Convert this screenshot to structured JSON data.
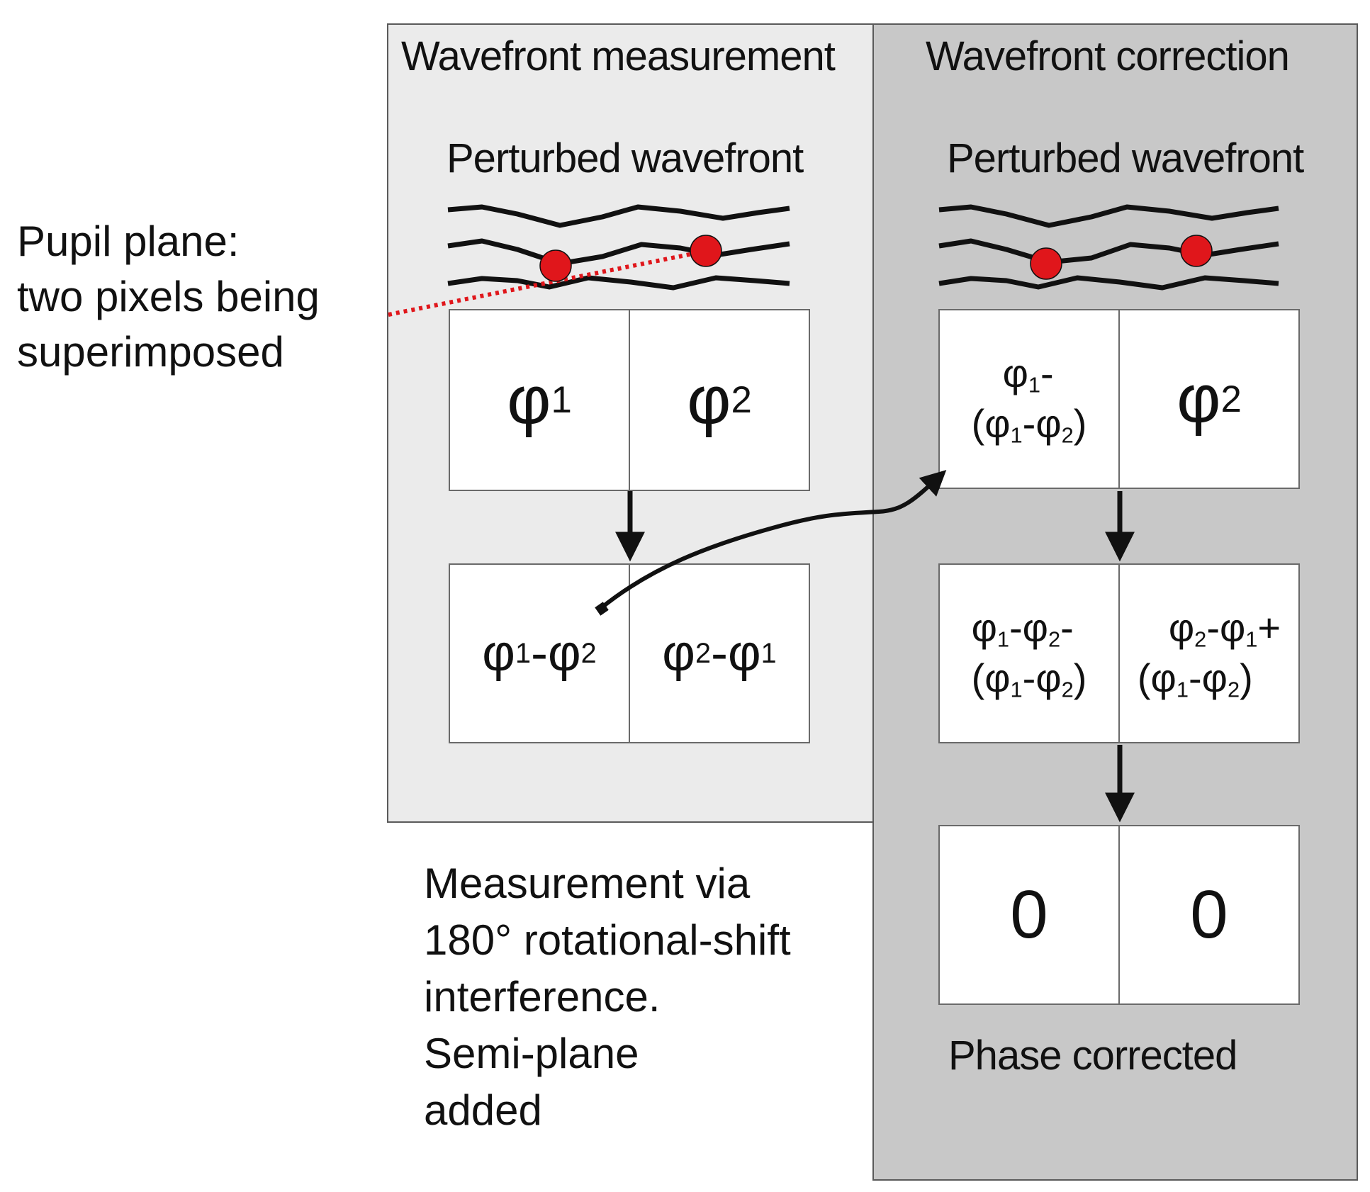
{
  "panels": {
    "measurement": {
      "title": "Wavefront measurement",
      "subtitle": "Perturbed wavefront"
    },
    "correction": {
      "title": "Wavefront correction",
      "subtitle": "Perturbed wavefront",
      "footer": "Phase corrected"
    }
  },
  "pupil_label": "Pupil plane:\ntwo pixels being\nsuperimposed",
  "measurement_note": "Measurement via\n180° rotational-shift\ninterference.\nSemi-plane\nadded",
  "symbols": {
    "phi": "φ",
    "one": "1",
    "two": "2"
  },
  "cells": {
    "measure_top_left": "φ1",
    "measure_top_right": "φ2",
    "measure_bottom_left": "φ1-φ2",
    "measure_bottom_right": "φ2-φ1",
    "correct_top_left": "φ1-(φ1-φ2)",
    "correct_top_right": "φ2",
    "correct_mid_left": "φ1-φ2-(φ1-φ2)",
    "correct_mid_right": "φ2-φ1+(φ1-φ2)",
    "correct_bottom_left": "0",
    "correct_bottom_right": "0"
  },
  "colors": {
    "pixel_dot": "#e0161b",
    "dotted_line": "#e0161b",
    "measure_bg": "#ebebeb",
    "correct_bg": "#c8c8c8"
  }
}
